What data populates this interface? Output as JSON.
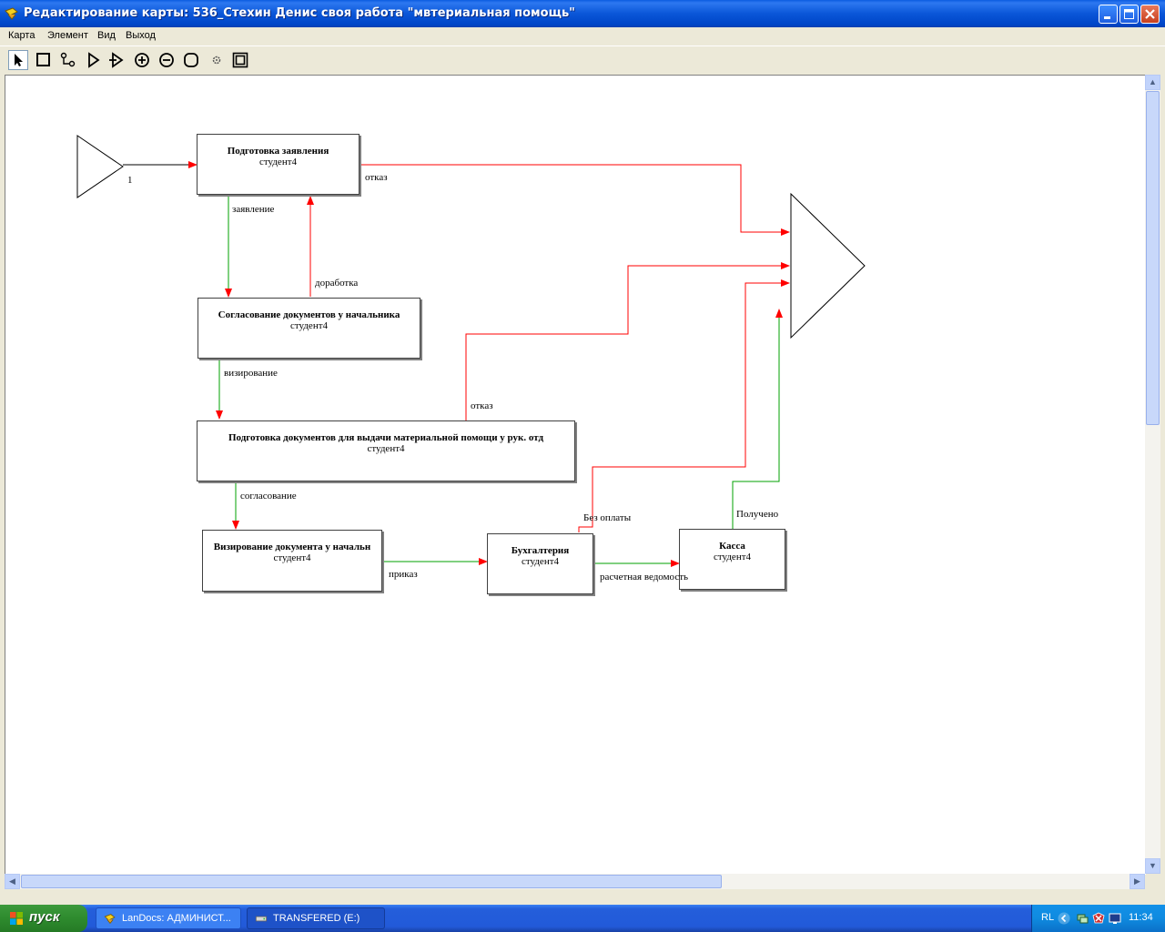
{
  "window": {
    "title": "Редактирование карты: 536_Стехин Денис своя работа \"мвтериальная помощь\""
  },
  "menu": [
    "Карта",
    "Элемент",
    "Вид",
    "Выход"
  ],
  "toolbar": {
    "tools": [
      "pointer-tool-icon",
      "rectangle-tool-icon",
      "connector-tool-icon",
      "start-triangle-tool-icon",
      "end-triangle-tool-icon",
      "zoom-in-icon",
      "zoom-out-icon",
      "rounded-rect-tool-icon",
      "settings-small-icon",
      "frame-tool-icon"
    ],
    "active": "pointer-tool-icon"
  },
  "diagram": {
    "nodes": [
      {
        "id": "n1",
        "title": "Подготовка заявления",
        "role": "студент4"
      },
      {
        "id": "n2",
        "title": "Согласование документов у начальника",
        "role": "студент4"
      },
      {
        "id": "n3",
        "title": "Подготовка документов для выдачи материальной помощи у рук. отд",
        "role": "студент4"
      },
      {
        "id": "n4",
        "title": "Визирование документа у начальн",
        "role": "студент4"
      },
      {
        "id": "n5",
        "title": "Бухгалтерия",
        "role": "студент4"
      },
      {
        "id": "n6",
        "title": "Касса",
        "role": "студент4"
      }
    ],
    "edge_labels": {
      "start": "1",
      "refusal1": "отказ",
      "application": "заявление",
      "rework": "доработка",
      "endorsement": "визирование",
      "refusal2": "отказ",
      "approval": "согласование",
      "order": "приказ",
      "unpaid": "Без оплаты",
      "payroll": "расчетная ведомость",
      "received": "Получено"
    },
    "colors": {
      "red_edge": "#FF0000",
      "green_edge": "#00A000",
      "node_border": "#404040"
    }
  },
  "taskbar": {
    "start_label": "пуск",
    "tasks": [
      "LanDocs: АДМИНИСТ...",
      "TRANSFERED (E:)"
    ],
    "tray_lang": "RL",
    "clock": "11:34"
  }
}
